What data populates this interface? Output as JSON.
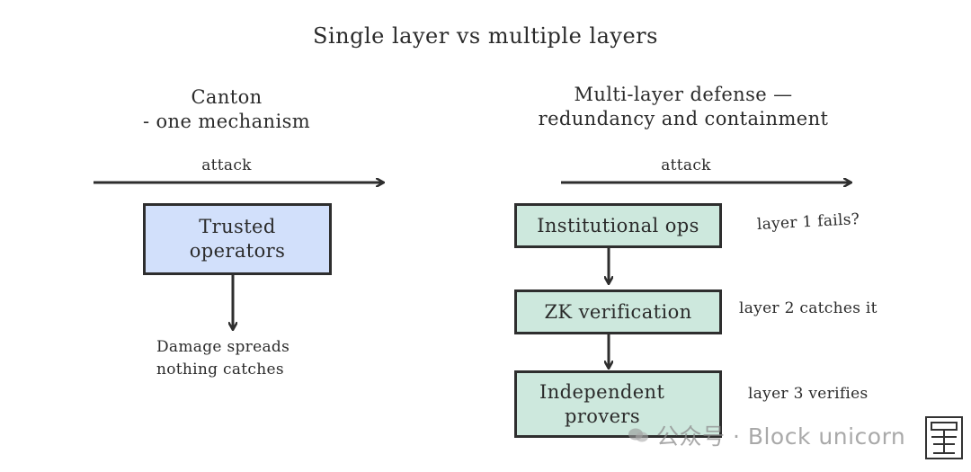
{
  "title": "Single layer vs multiple layers",
  "left": {
    "heading_line1": "Canton",
    "heading_line2": "- one mechanism",
    "attack_label": "attack",
    "box_line1": "Trusted",
    "box_line2": "operators",
    "outcome_line1": "Damage spreads",
    "outcome_line2": "nothing catches"
  },
  "right": {
    "heading_line1": "Multi-layer defense —",
    "heading_line2": "redundancy and containment",
    "attack_label": "attack",
    "layers": [
      {
        "box_line1": "Institutional ops",
        "box_line2": "",
        "note": "layer 1 fails?"
      },
      {
        "box_line1": "ZK verification",
        "box_line2": "",
        "note": "layer 2 catches it"
      },
      {
        "box_line1": "Independent",
        "box_line2": "provers",
        "note": "layer 3 verifies"
      }
    ]
  },
  "watermark": {
    "text": "公众号 · Block unicorn",
    "icon": "wechat-icon"
  },
  "logo": {
    "icon": "unicorn-logo-icon"
  },
  "colors": {
    "left_box": "#d2e0fb",
    "right_box": "#cde8dd",
    "stroke": "#2e2e2e"
  }
}
